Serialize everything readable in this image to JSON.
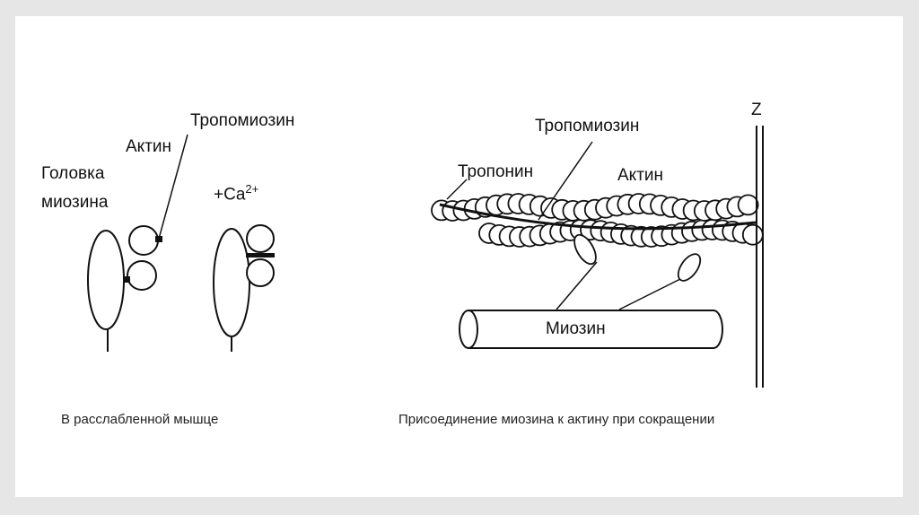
{
  "left_panel": {
    "label_tropomyosin": "Тропомиозин",
    "label_actin": "Актин",
    "label_myosin_head_line1": "Головка",
    "label_myosin_head_line2": "миозина",
    "label_calcium": "+Ca",
    "label_calcium_charge": "2+",
    "caption": "В расслабленной мышце"
  },
  "right_panel": {
    "label_tropomyosin": "Тропомиозин",
    "label_troponin": "Тропонин",
    "label_actin": "Актин",
    "label_z": "Z",
    "label_myosin": "Миозин",
    "caption": "Присоединение миозина к актину при  сокращении"
  }
}
